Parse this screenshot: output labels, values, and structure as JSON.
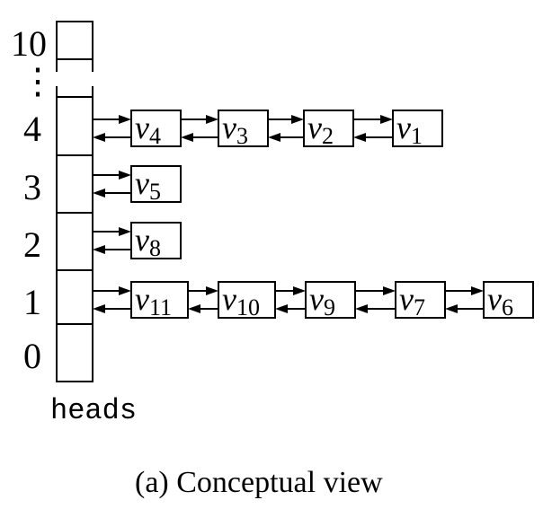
{
  "column_label": "heads",
  "caption": "(a) Conceptual view",
  "ellipsis": "⋮",
  "rows": [
    {
      "index": "10",
      "nodes": []
    },
    {
      "index": "4",
      "nodes": [
        {
          "var": "v",
          "sub": "4"
        },
        {
          "var": "v",
          "sub": "3"
        },
        {
          "var": "v",
          "sub": "2"
        },
        {
          "var": "v",
          "sub": "1"
        }
      ]
    },
    {
      "index": "3",
      "nodes": [
        {
          "var": "v",
          "sub": "5"
        }
      ]
    },
    {
      "index": "2",
      "nodes": [
        {
          "var": "v",
          "sub": "8"
        }
      ]
    },
    {
      "index": "1",
      "nodes": [
        {
          "var": "v",
          "sub": "11"
        },
        {
          "var": "v",
          "sub": "10"
        },
        {
          "var": "v",
          "sub": "9"
        },
        {
          "var": "v",
          "sub": "7"
        },
        {
          "var": "v",
          "sub": "6"
        }
      ]
    },
    {
      "index": "0",
      "nodes": []
    }
  ]
}
